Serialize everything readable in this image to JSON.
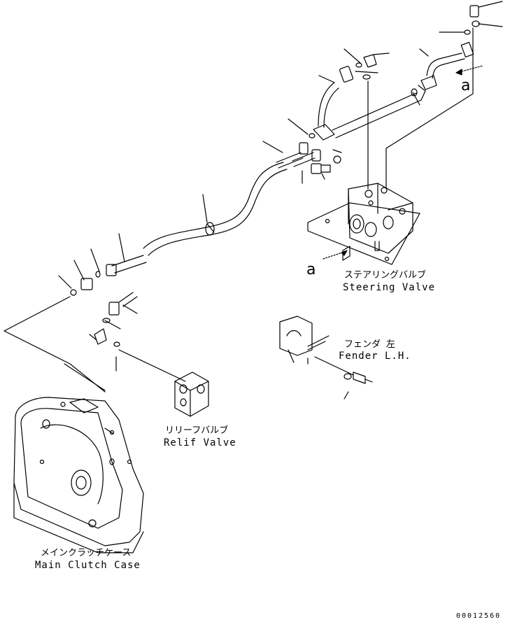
{
  "diagram": {
    "code": "00012560",
    "view_marker": "a",
    "labels": {
      "steering_valve_jp": "ステアリングバルブ",
      "steering_valve_en": "Steering Valve",
      "fender_jp": "フェンダ 左",
      "fender_en": "Fender L.H.",
      "relief_valve_jp": "リリーフバルブ",
      "relief_valve_en": "Relif Valve",
      "main_clutch_jp": "メインクラッチケース",
      "main_clutch_en": "Main Clutch Case"
    }
  }
}
